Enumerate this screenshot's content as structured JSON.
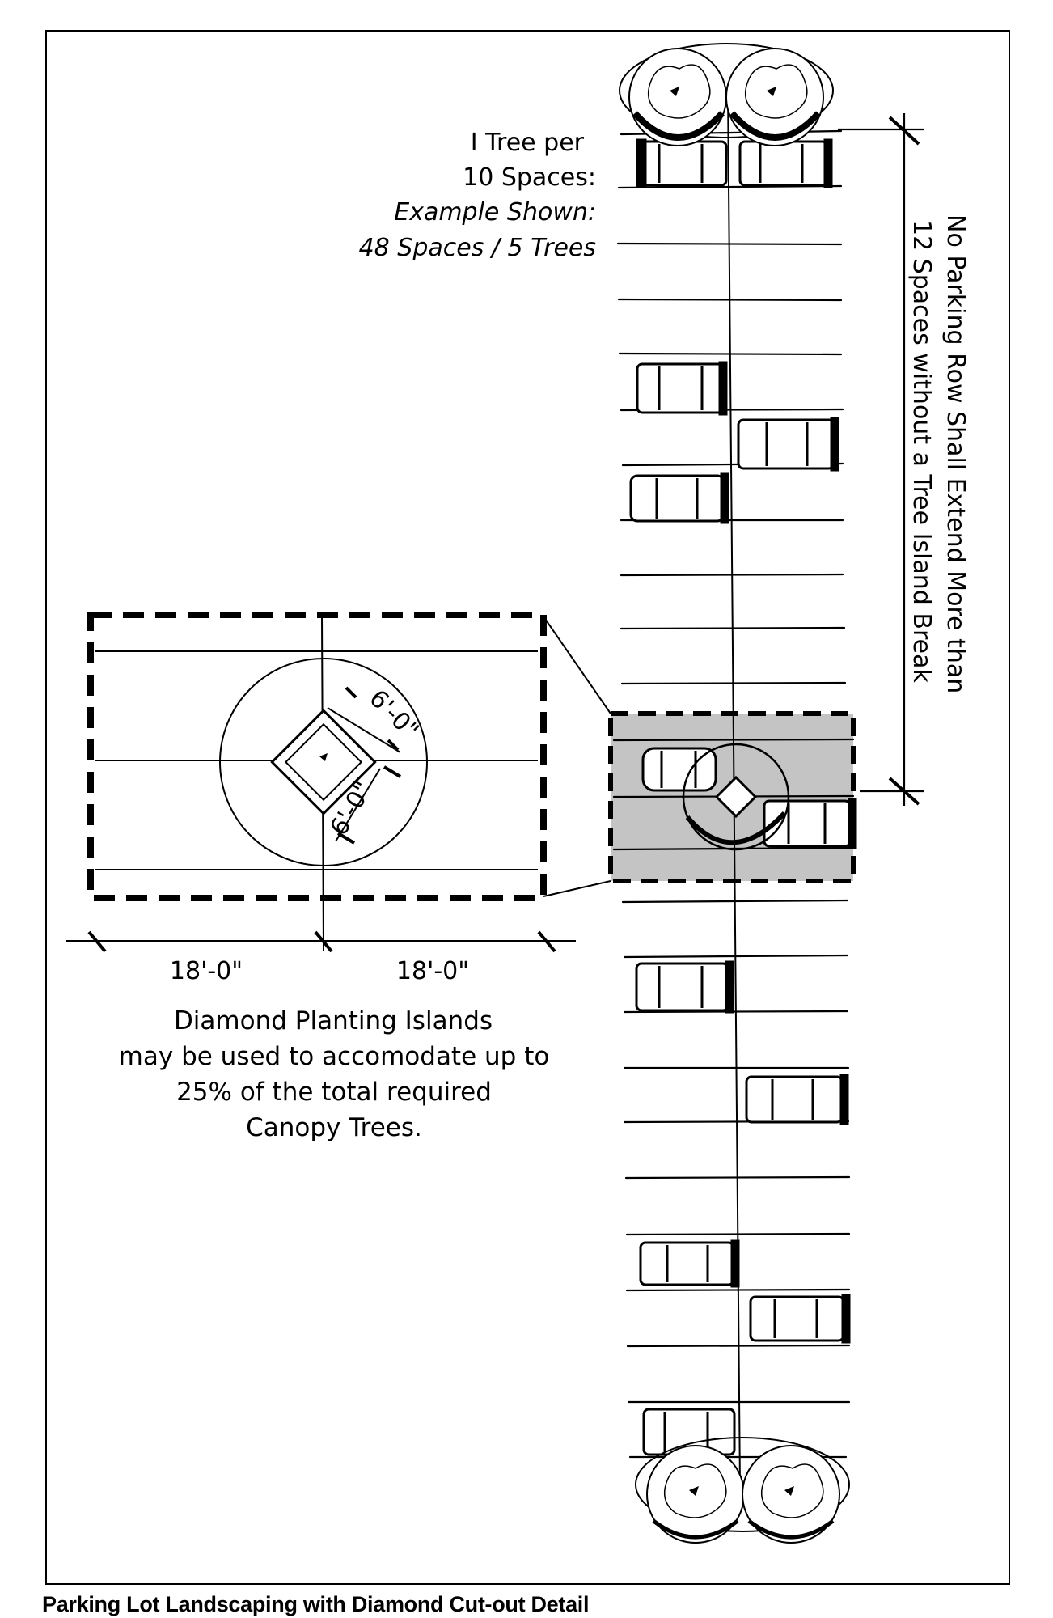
{
  "rule_text": {
    "line1": "I Tree per",
    "line2": "10 Spaces:",
    "line3": "Example Shown:",
    "line4": "48 Spaces / 5 Trees"
  },
  "row_limit_text": {
    "line1": "No Parking Row Shall Extend More than",
    "line2": "12 Spaces without a Tree Island Break"
  },
  "dimensions": {
    "diamond_side_a": "6'-0\"",
    "diamond_side_b": "6'-0\"",
    "bay_left": "18'-0\"",
    "bay_right": "18'-0\""
  },
  "note_text": {
    "line1": "Diamond Planting Islands",
    "line2": "may be used to accomodate up to",
    "line3": "25% of the total required",
    "line4": "Canopy Trees."
  },
  "caption": "Parking Lot Landscaping with Diamond Cut-out Detail",
  "colors": {
    "ink": "#000000",
    "highlight": "#c4c4c4",
    "paper": "#ffffff"
  }
}
